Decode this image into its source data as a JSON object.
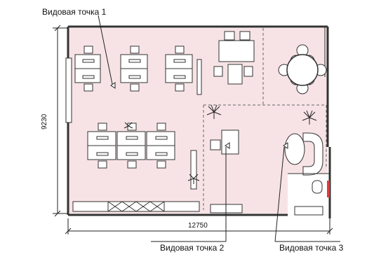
{
  "labels": {
    "view_point_1": "Видовая точка 1",
    "view_point_2": "Видовая точка 2",
    "view_point_3": "Видовая точка 3"
  },
  "dimensions": {
    "width": "12750",
    "height": "9230"
  },
  "colors": {
    "floor": "#f7e3e6",
    "wall": "#333333",
    "line": "#222222",
    "accent": "#e23a3a"
  },
  "icons": [
    "desk-icon",
    "chair-icon",
    "monitor-icon",
    "plant-icon",
    "round-table-icon",
    "sofa-icon",
    "toilet-icon",
    "sink-icon",
    "camera-icon"
  ]
}
